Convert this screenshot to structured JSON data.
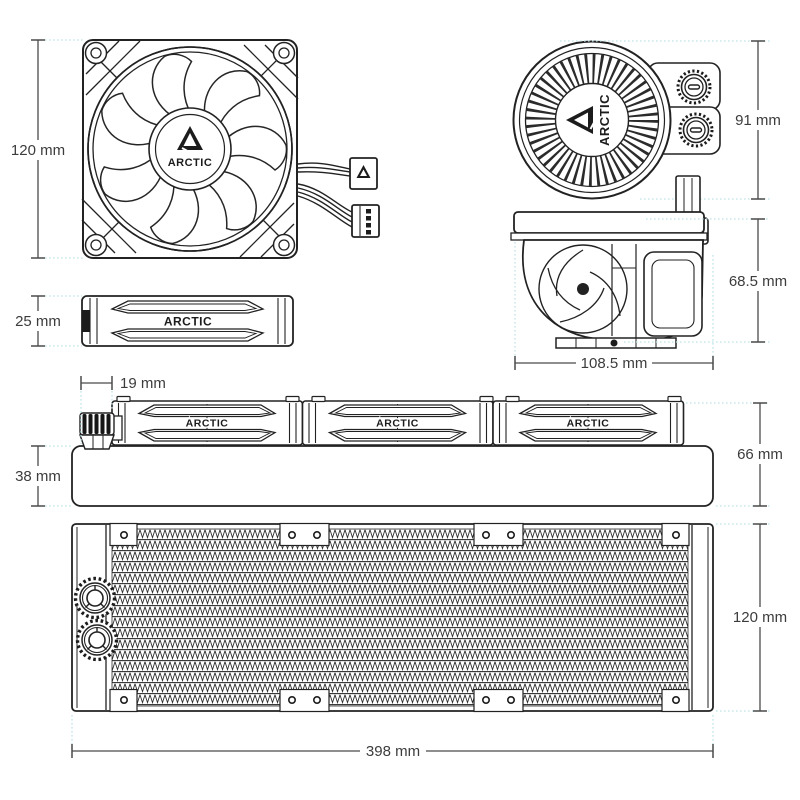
{
  "product": {
    "brand": "ARCTIC"
  },
  "dimensions": {
    "fan_size": "120 mm",
    "fan_thickness": "25 mm",
    "pump_diameter": "91 mm",
    "pump_height": "68.5 mm",
    "pump_length": "108.5 mm",
    "fitting_width": "19 mm",
    "assembly_height": "66 mm",
    "radiator_thickness": "38 mm",
    "radiator_width": "120 mm",
    "radiator_length": "398 mm"
  },
  "colors": {
    "background": "#ffffff",
    "artwork_line": "#202020",
    "dimension_line": "#4a4a4a",
    "dimension_text": "#3c3c3c",
    "extension_line": "#bfe3e6"
  }
}
